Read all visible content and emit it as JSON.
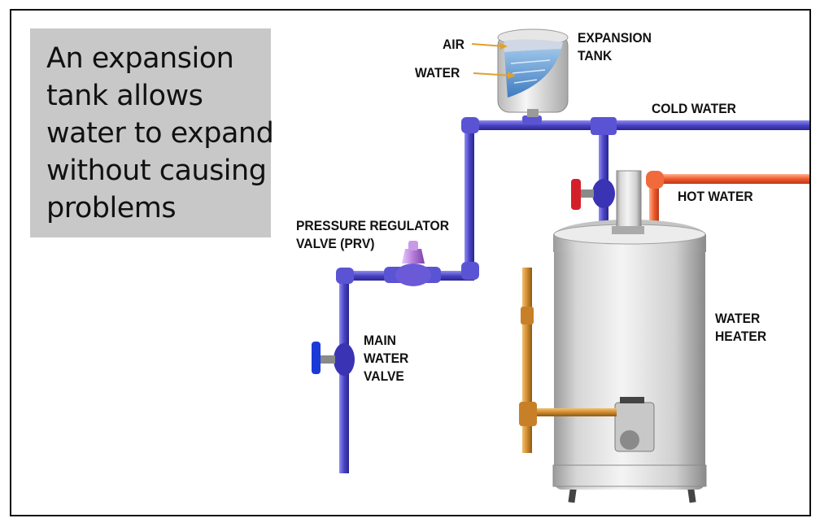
{
  "caption": {
    "lines": [
      "An expansion",
      "tank allows",
      "water to expand",
      "without causing",
      "problems"
    ]
  },
  "labels": {
    "air": "AIR",
    "water": "WATER",
    "expansion_tank": [
      "EXPANSION",
      "TANK"
    ],
    "cold_water": "COLD WATER",
    "hot_water": "HOT WATER",
    "prv": [
      "PRESSURE REGULATOR",
      "VALVE (PRV)"
    ],
    "main_valve": [
      "MAIN",
      "WATER",
      "VALVE"
    ],
    "water_heater": [
      "WATER",
      "HEATER"
    ]
  },
  "colors": {
    "cold_pipe": "#4a44c4",
    "hot_pipe": "#f05a2c",
    "gas_pipe": "#d08a2c",
    "valve_handle_red": "#d4202a",
    "valve_handle_blue": "#1a3ad8",
    "prv_body": "#b47ad8",
    "heater_body": "#dadada",
    "caption_bg": "#c8c8c8",
    "arrow": "#e0a030"
  }
}
